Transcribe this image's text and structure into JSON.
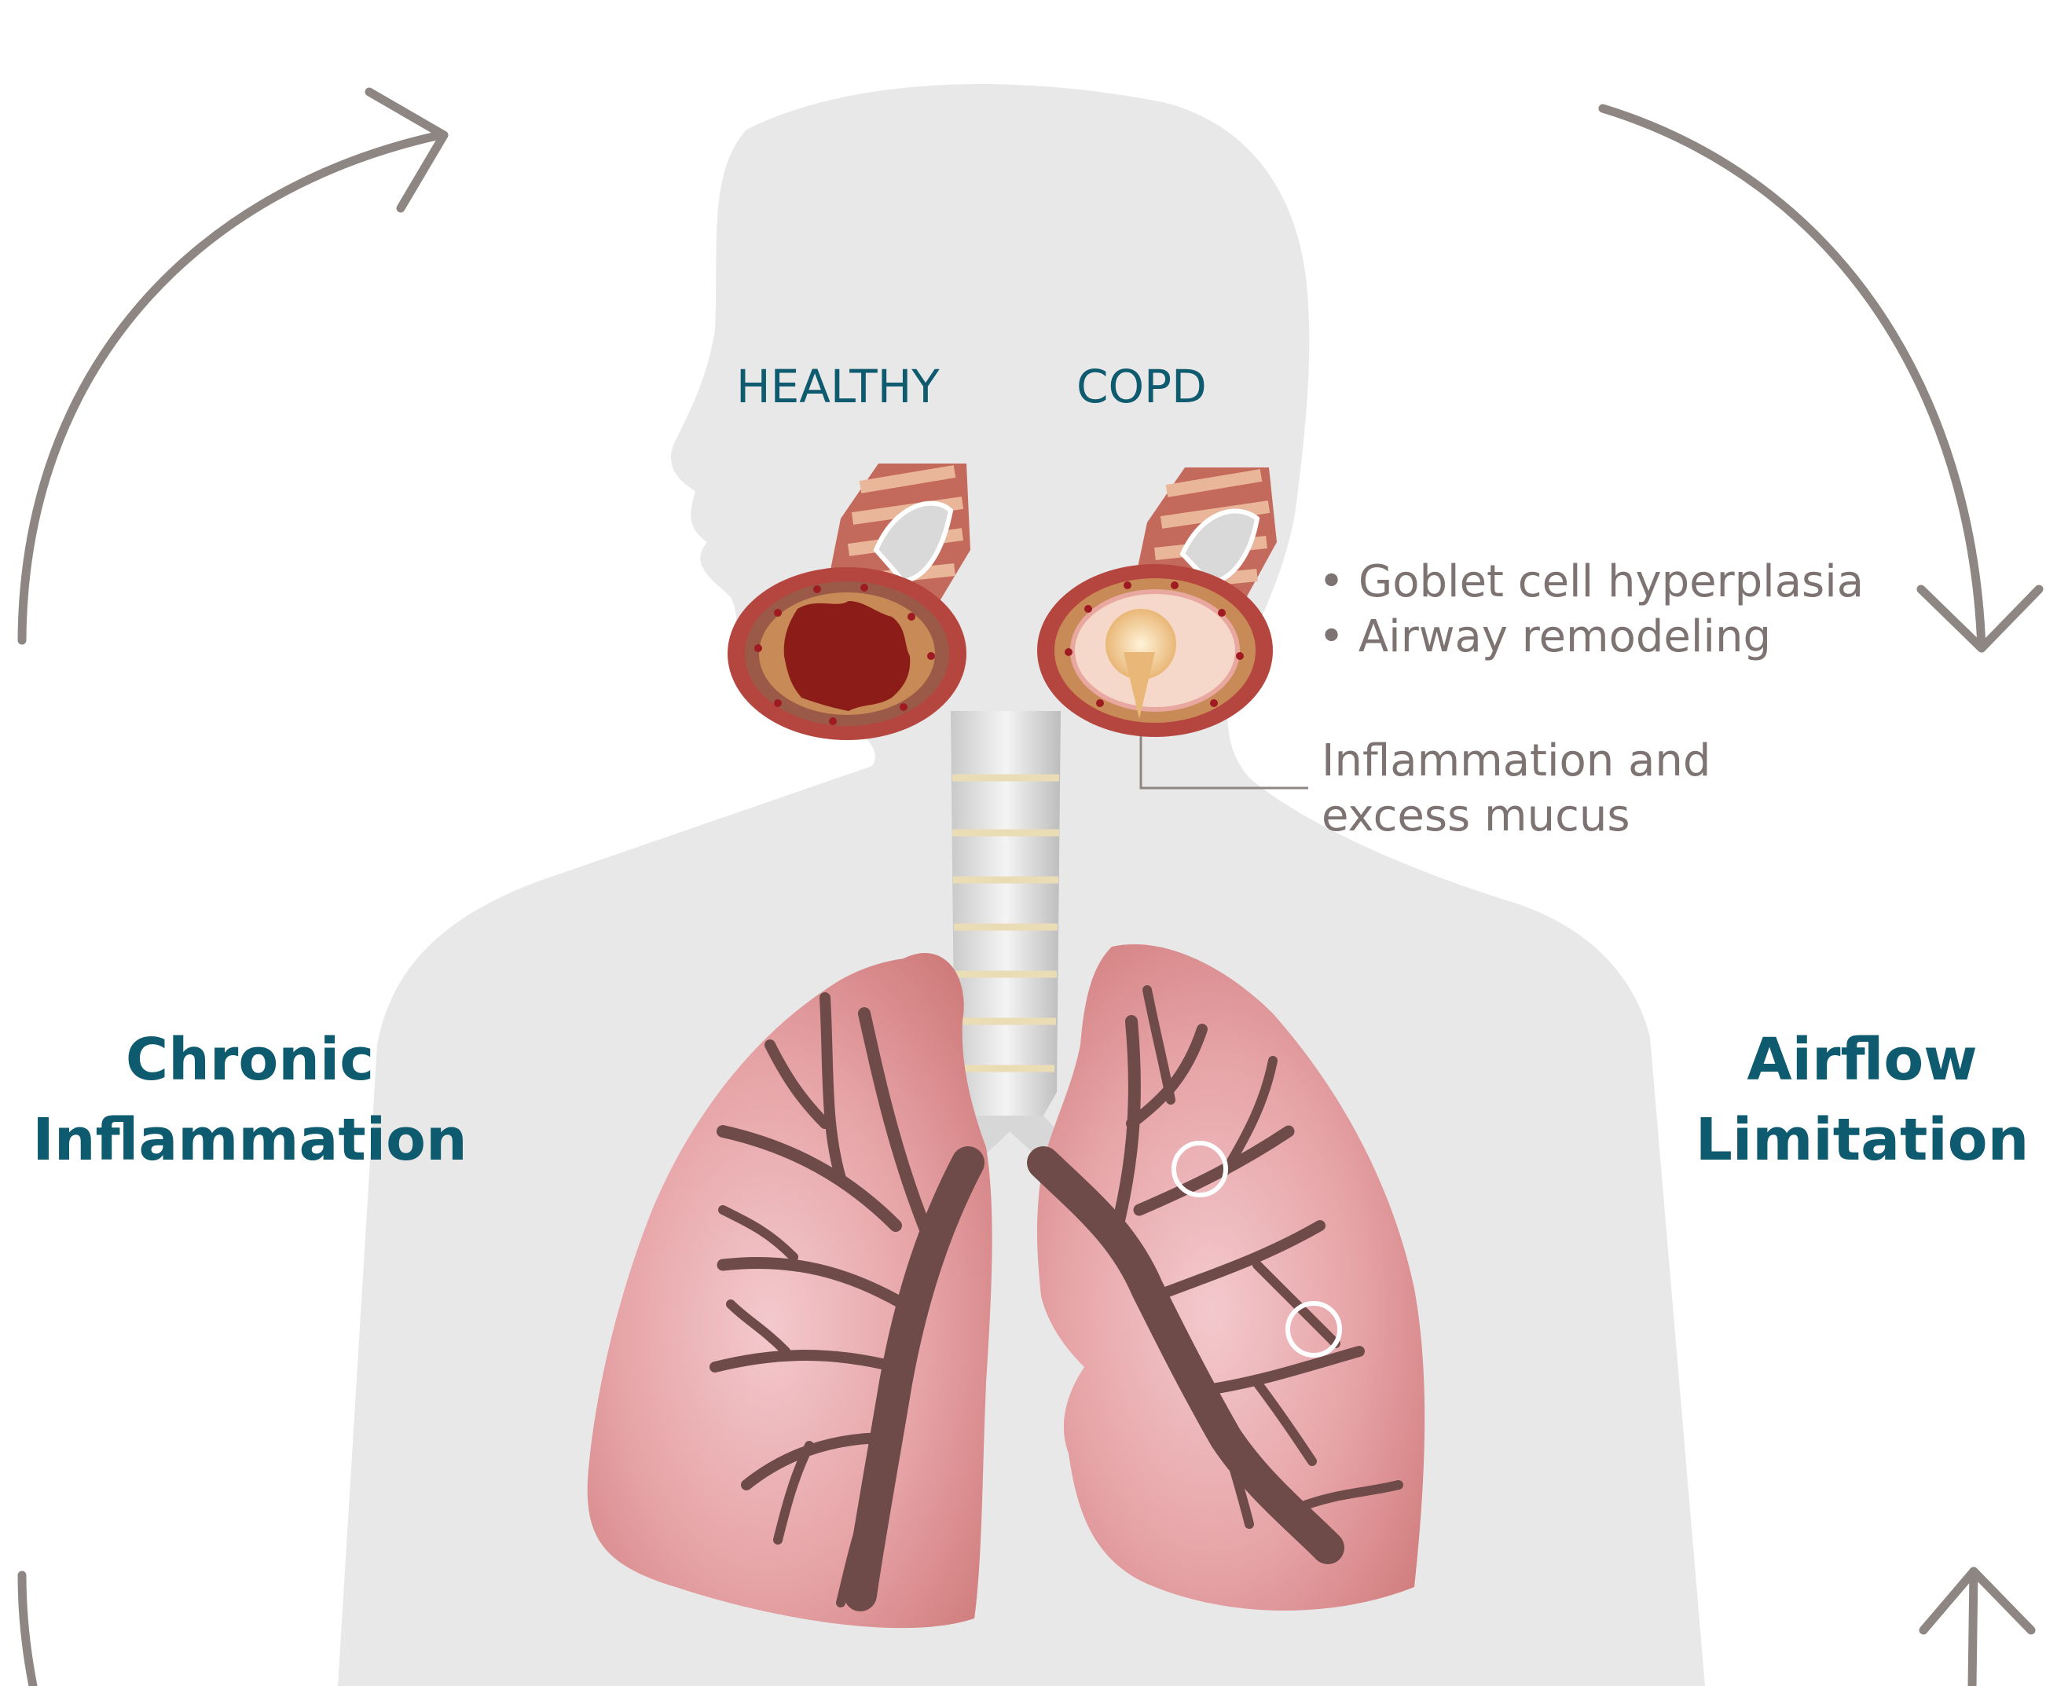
{
  "airway_labels": {
    "healthy": "HEALTHY",
    "copd": "COPD"
  },
  "copd_features": [
    "• Goblet cell hyperplasia",
    "• Airway remodeling"
  ],
  "mucus_callout": {
    "line1": "Inflammation and",
    "line2": "excess mucus"
  },
  "cycle": {
    "left": {
      "line1": "Chronic",
      "line2": "Inflammation"
    },
    "right": {
      "line1": "Airflow",
      "line2": "Limitation"
    }
  },
  "colors": {
    "teal_text": "#0e5a6e",
    "gray_text": "#7d7372",
    "arrow": "#8e8683",
    "silhouette": "#e8e8e8",
    "lung": "#e39a9c",
    "bronchi": "#6e4a48",
    "airway_wall": "#b5453f"
  },
  "icons": [
    "cycle-arrow-icon",
    "lungs-icon",
    "trachea-icon",
    "airway-cross-section-icon"
  ]
}
